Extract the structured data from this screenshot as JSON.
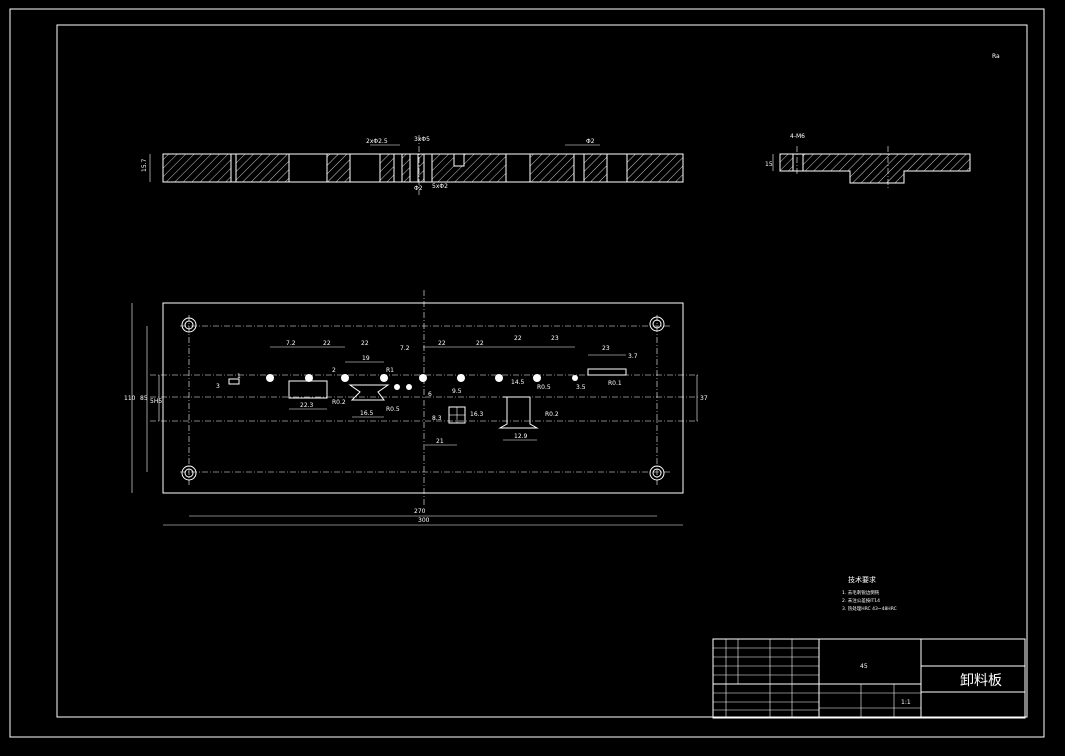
{
  "drawing": {
    "corner_mark": "Ra",
    "part_name": "卸料板",
    "material": "45",
    "scale": "1:1"
  },
  "notes": {
    "title": "技术要求",
    "lines": [
      "1. 去毛刺锐边倒钝",
      "2. 未注公差按IT14",
      "3. 热处理HRC 43~48HRC"
    ]
  },
  "top_view": {
    "dims": [
      "15.7",
      "2xΦ2.5",
      "3xΦ5",
      "Φ2",
      "5xΦ2",
      "Φ2"
    ]
  },
  "side_view": {
    "dims": [
      "4-M6",
      "15"
    ]
  },
  "plan_view": {
    "dims": [
      "7.2",
      "22",
      "22",
      "19",
      "7.2",
      "22",
      "22",
      "22",
      "23",
      "23",
      "3.7",
      "R0.1",
      "3",
      "1",
      "22.3",
      "2",
      "R0.2",
      "R0.5",
      "16.5",
      "R1",
      "6",
      "9.5",
      "21",
      "8.3",
      "16.3",
      "14.5",
      "R0.5",
      "12.9",
      "R0.2",
      "3.5",
      "270",
      "300",
      "110",
      "85",
      "5H5",
      "37"
    ]
  }
}
